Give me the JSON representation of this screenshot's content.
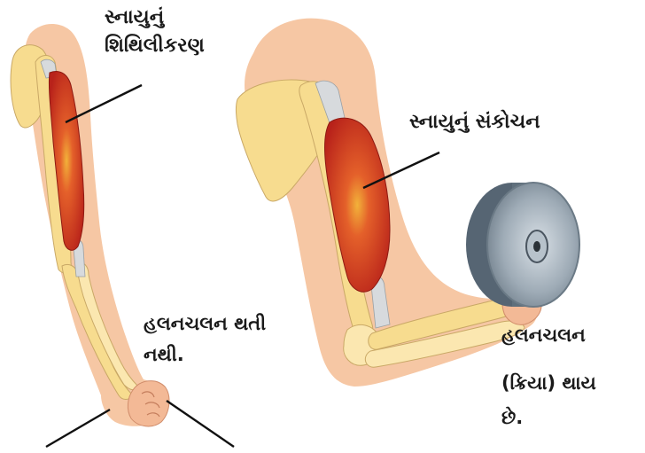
{
  "labels": {
    "relaxation_line1": "સ્નાયુનું",
    "relaxation_line2": "શિથિલીકરણ",
    "contraction": "સ્નાયુનું સંકોચન",
    "no_movement_line1": "હલનચલન થતી",
    "no_movement_line2": "નથી.",
    "movement_line1": "હલનચલન",
    "movement_line2": "(ક્રિયા) થાય",
    "movement_line3": "છે."
  },
  "colors": {
    "skin": "#f6c7a4",
    "bone": "#f7dc8f",
    "muscle": "#d5321d",
    "tendon": "#cfd3d6",
    "weight": "#6f7f8c",
    "leader": "#111111"
  }
}
